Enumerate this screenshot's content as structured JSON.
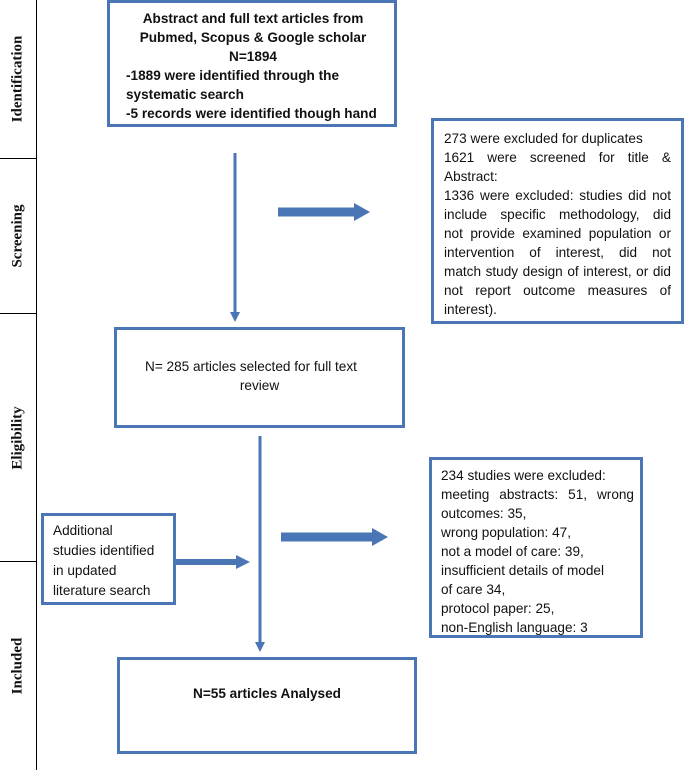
{
  "colors": {
    "box_border": "#4a76b5",
    "arrow": "#4a76b5",
    "text": "#111111"
  },
  "stages": {
    "identification": "Identification",
    "screening": "Screening",
    "eligibility": "Eligibility",
    "included": "Included"
  },
  "identification_box": {
    "line1": "Abstract and full text articles from",
    "line2": "Pubmed, Scopus & Google scholar",
    "line3": "N=1894",
    "line4": "-1889 were identified through the",
    "line5": "systematic search",
    "line6": "-5 records were identified though hand"
  },
  "screening_excluded_box": {
    "line1": "273 were excluded for duplicates",
    "line2": "1621 were screened for title &",
    "line3": "Abstract:",
    "line4": "1336 were excluded: studies did not",
    "line5": "include specific methodology, did",
    "line6": "not provide examined population or",
    "line7": "intervention of interest, did not",
    "line8": "match study design of interest, or did",
    "line9": "not report outcome measures of",
    "line10": "interest)."
  },
  "full_text_box": {
    "line1": "N= 285 articles selected for full text",
    "line2": "review"
  },
  "eligibility_excluded_box": {
    "line1": "234 studies were excluded:",
    "line2": "meeting abstracts: 51, wrong",
    "line3": "outcomes: 35,",
    "line4": "wrong population: 47,",
    "line5": "not a model of care:  39,",
    "line6": "insufficient details of model",
    "line7": "of care 34,",
    "line8": "protocol paper: 25,",
    "line9": "non-English language: 3"
  },
  "additional_box": {
    "line1": "Additional",
    "line2": "studies identified",
    "line3": "in updated",
    "line4": "literature search"
  },
  "final_box": {
    "label": "N=55 articles Analysed"
  }
}
